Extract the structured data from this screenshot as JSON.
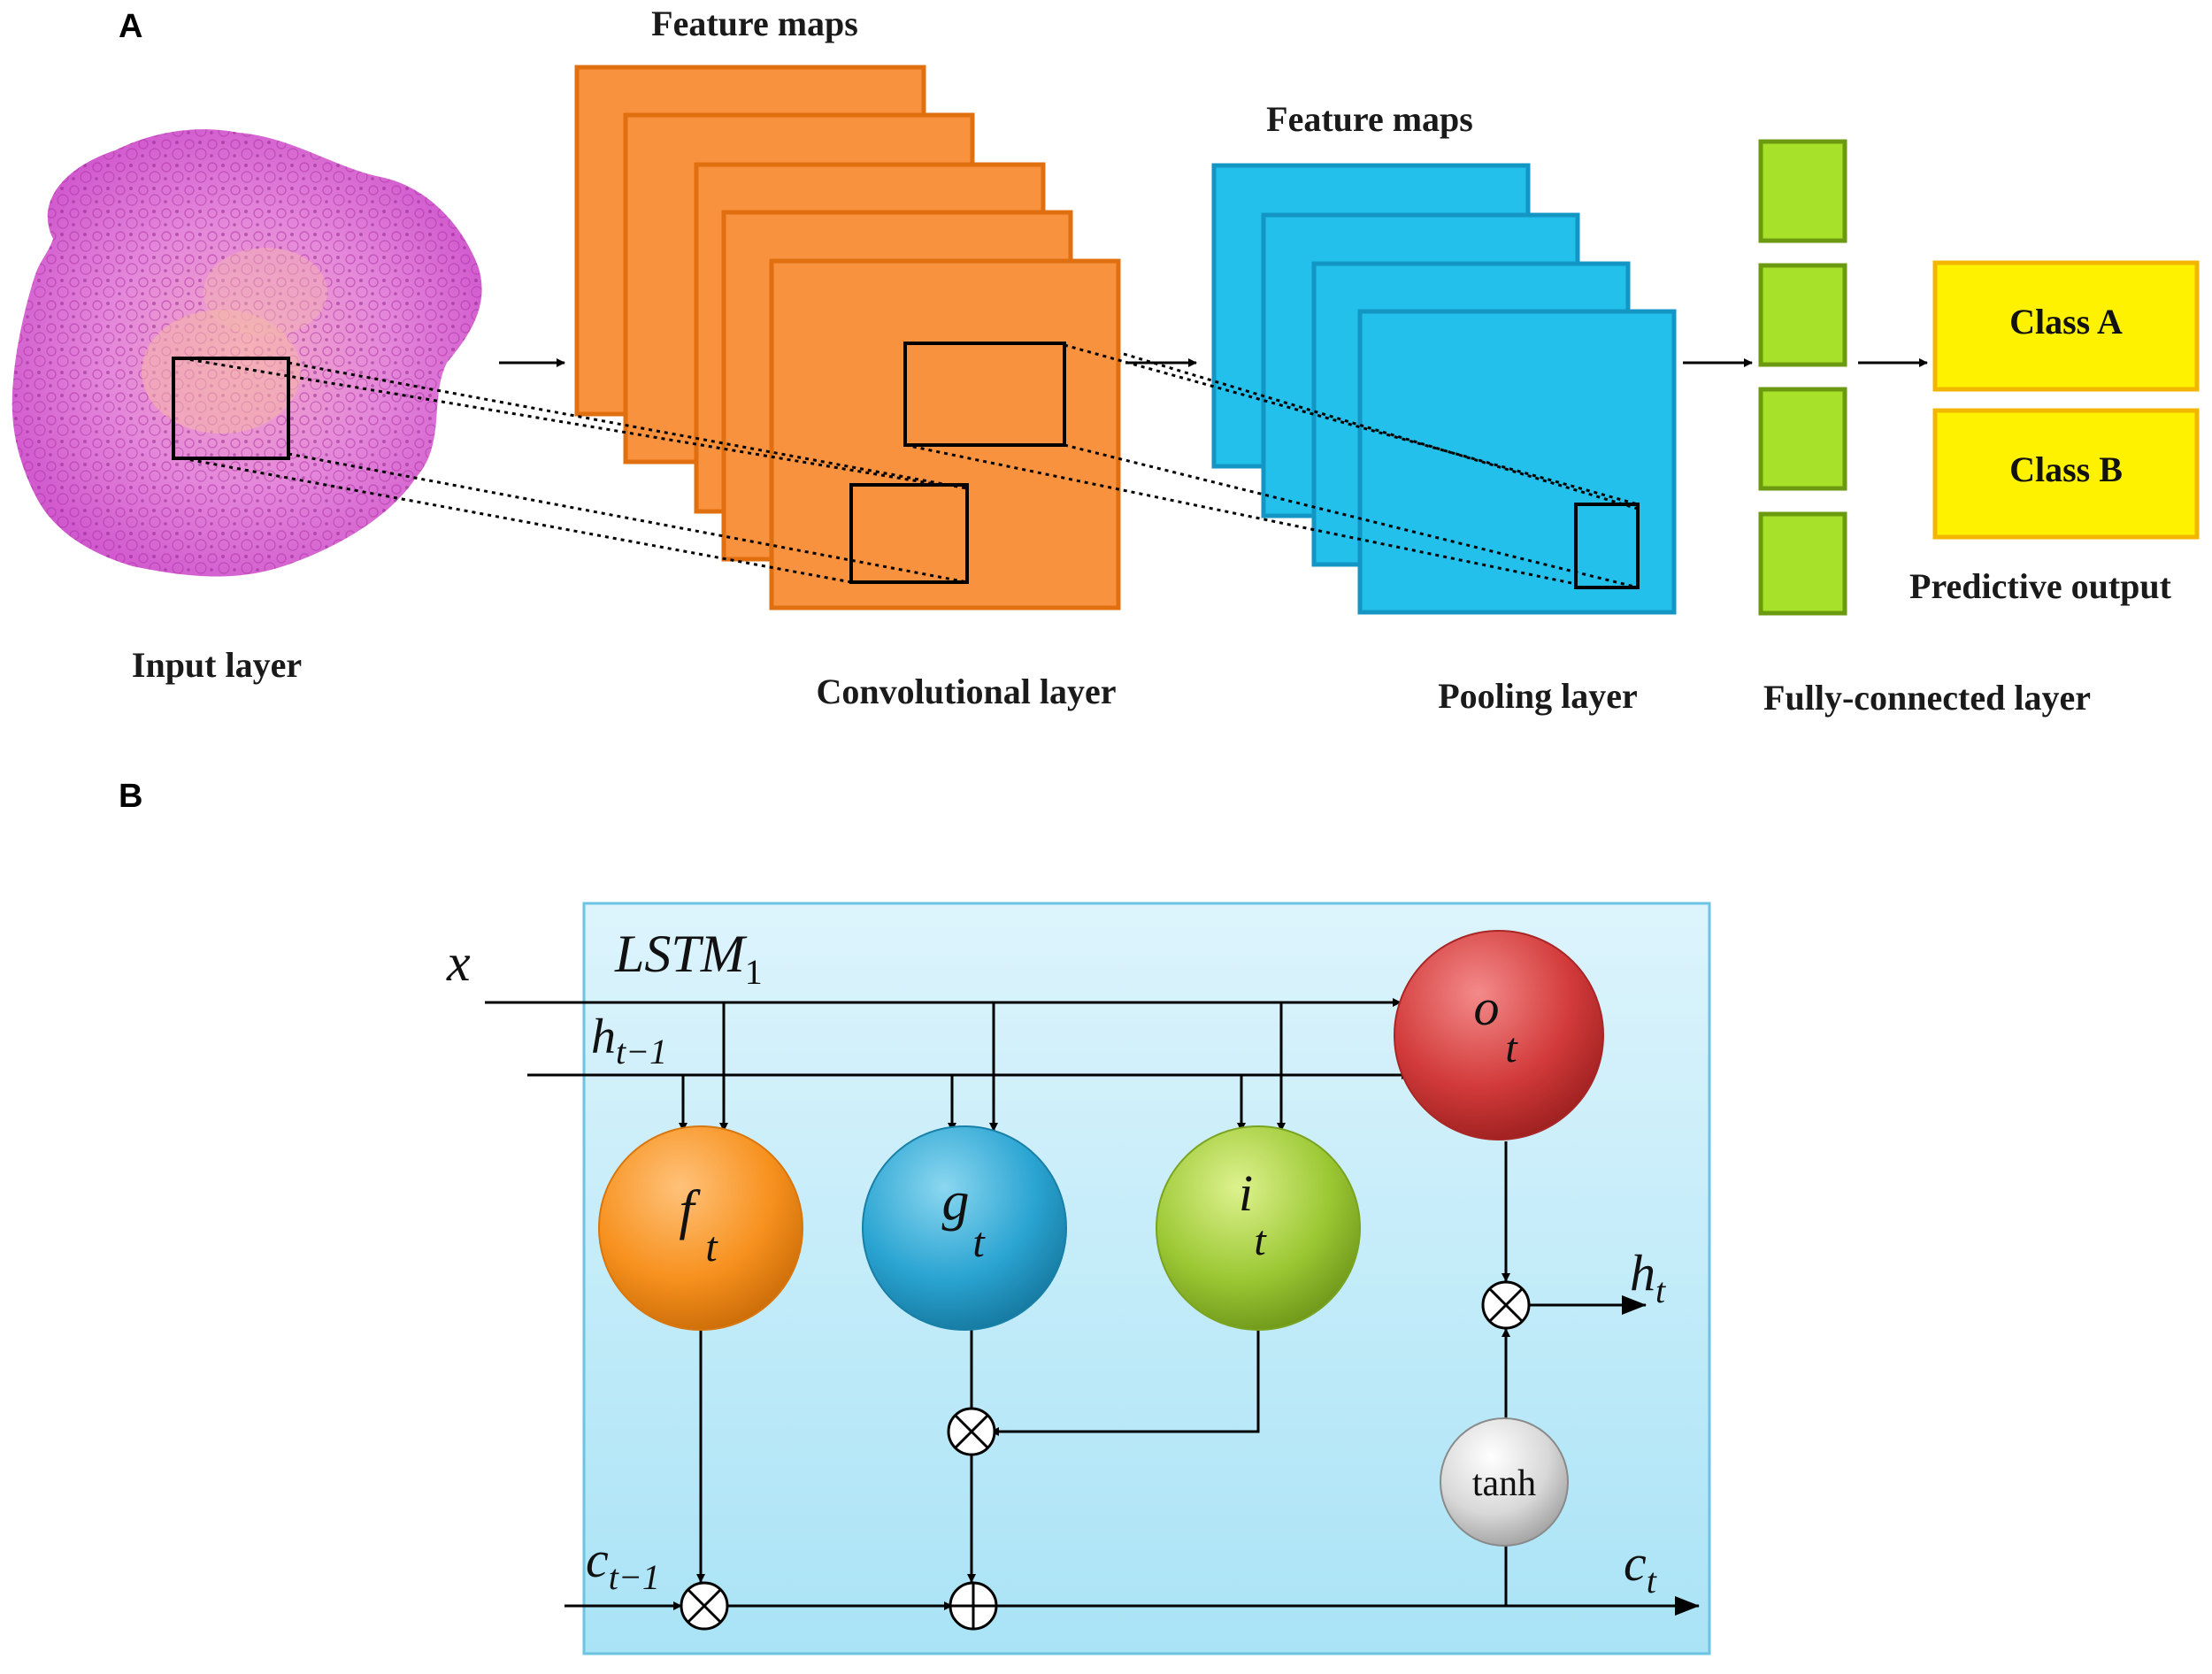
{
  "panels": {
    "a": "A",
    "b": "B"
  },
  "cnn": {
    "input_label": "Input layer",
    "feature_maps_1_label": "Feature maps",
    "conv_label": "Convolutional layer",
    "feature_maps_2_label": "Feature maps",
    "pooling_label": "Pooling layer",
    "fc_label": "Fully-connected layer",
    "class_a": "Class A",
    "class_b": "Class B",
    "output_label": "Predictive output"
  },
  "lstm": {
    "cell_name": "LSTM",
    "cell_index": "1",
    "x": "x",
    "h_prev": "h",
    "h_prev_sub": "t−1",
    "c_prev": "c",
    "c_prev_sub": "t−1",
    "h_out": "h",
    "h_out_sub": "t",
    "c_out": "c",
    "c_out_sub": "t",
    "gate_f": "f",
    "gate_g": "g",
    "gate_i": "i",
    "gate_o": "o",
    "gate_sub": "t",
    "tanh": "tanh"
  },
  "colors": {
    "orange": "#F9923E",
    "blue": "#22C0EA",
    "green": "#A8E12A",
    "yellow": "#FFF200",
    "lstm_bg": "#CDEFFB",
    "gate_red": "#D8383A",
    "gate_gray": "#C9C9C9"
  }
}
